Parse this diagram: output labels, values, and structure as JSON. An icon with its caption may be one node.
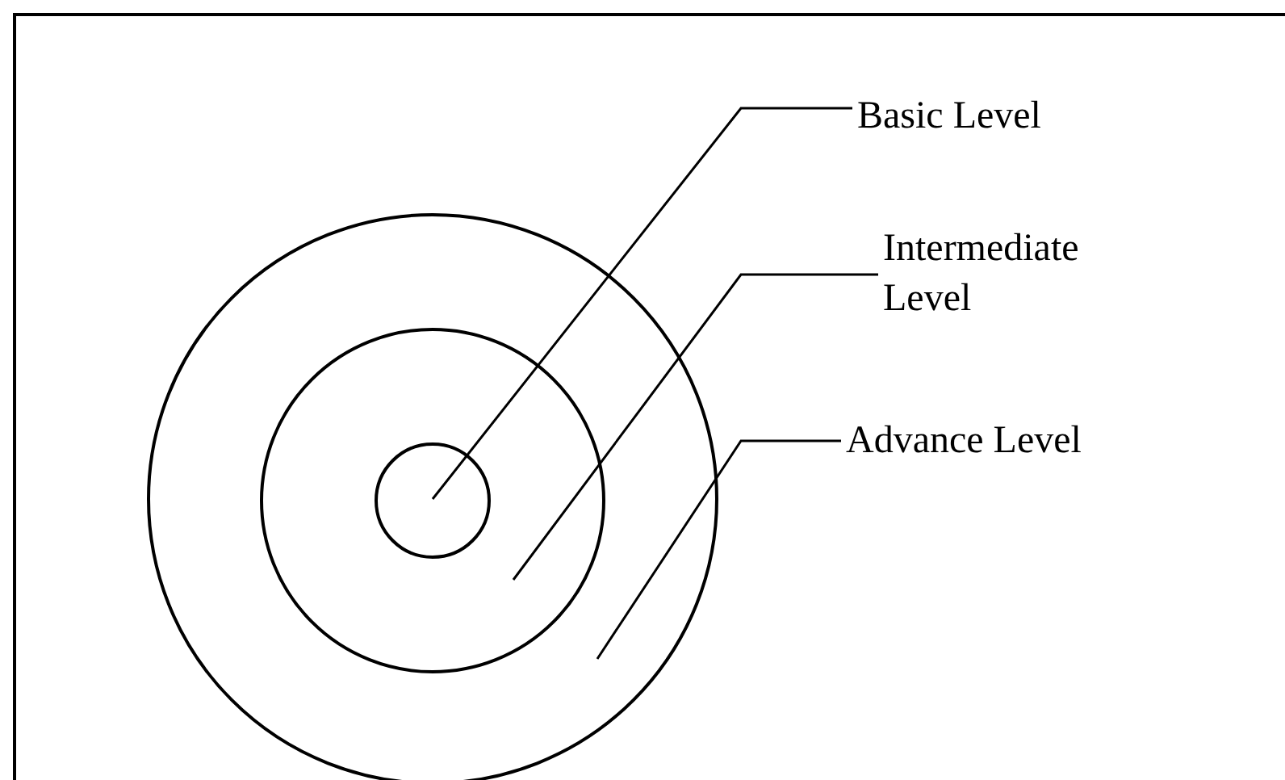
{
  "diagram": {
    "nodes": [
      {
        "text": [],
        "shape": "circle"
      },
      {
        "text": [],
        "shape": "circle",
        "in": 0
      },
      {
        "text": [],
        "shape": "circle",
        "in": 1
      },
      {
        "text": [
          "Basic Level"
        ]
      },
      {
        "text": [
          "Intermediate Level"
        ]
      },
      {
        "text": [
          "Advance Level"
        ]
      }
    ],
    "edges": [
      {
        "from": 3,
        "to": 2,
        "arrow": "none"
      },
      {
        "from": 4,
        "to": 1,
        "arrow": "none"
      },
      {
        "from": 5,
        "to": 0,
        "arrow": "none"
      }
    ]
  }
}
